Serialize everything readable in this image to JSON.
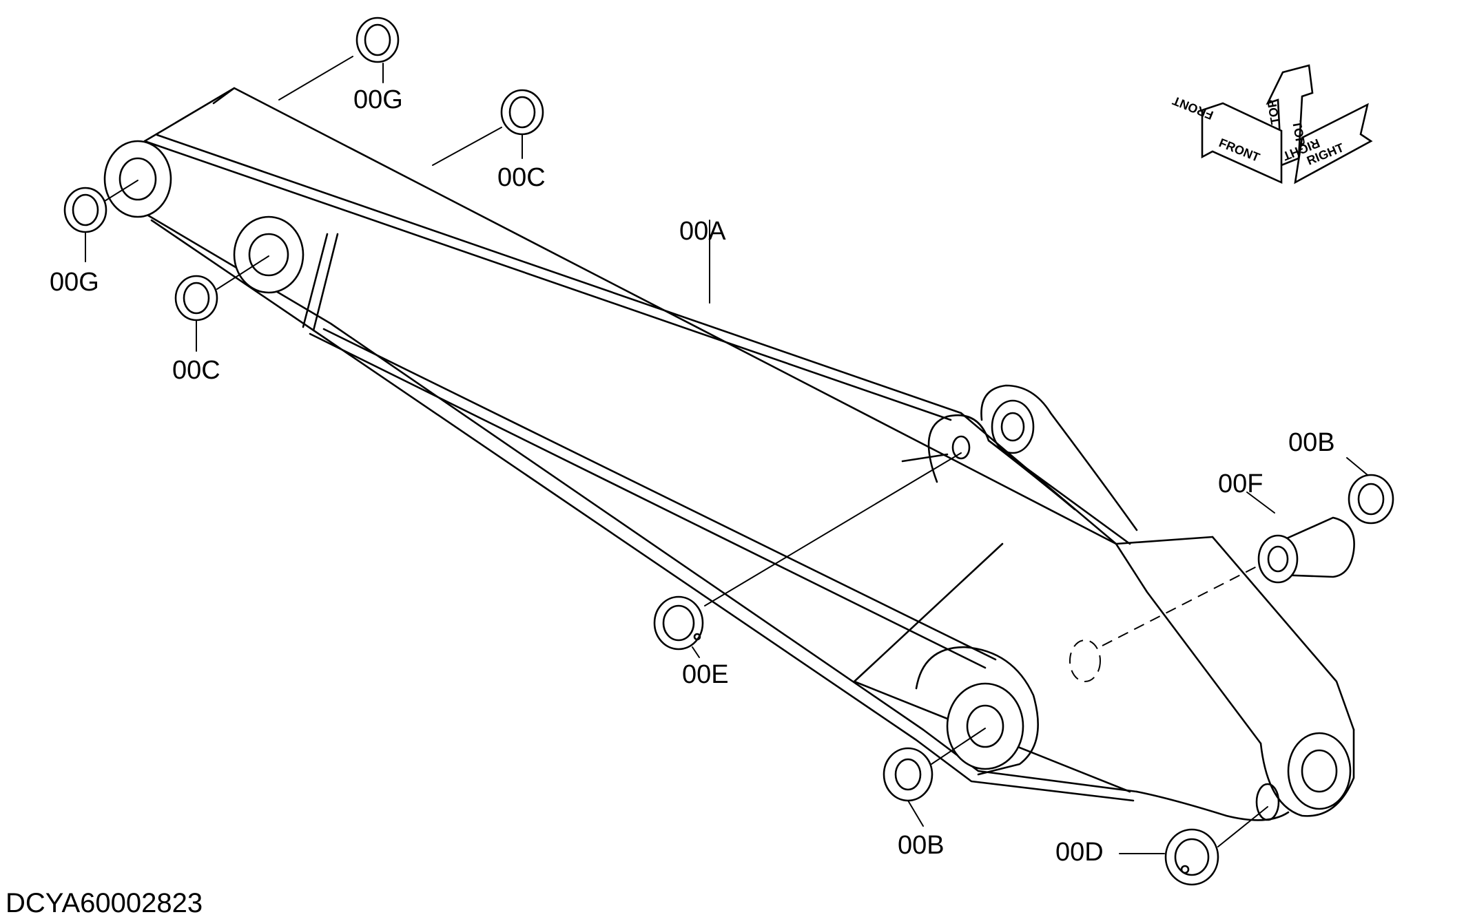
{
  "diagram": {
    "callouts": [
      {
        "id": "g1",
        "label": "00G"
      },
      {
        "id": "c1",
        "label": "00C"
      },
      {
        "id": "g2",
        "label": "00G"
      },
      {
        "id": "c2",
        "label": "00C"
      },
      {
        "id": "a",
        "label": "00A"
      },
      {
        "id": "b1",
        "label": "00B"
      },
      {
        "id": "f",
        "label": "00F"
      },
      {
        "id": "e",
        "label": "00E"
      },
      {
        "id": "b2",
        "label": "00B"
      },
      {
        "id": "d",
        "label": "00D"
      }
    ],
    "orientation": {
      "front": "FRONT",
      "top": "TOP",
      "right": "RIGHT"
    },
    "document_code": "DCYA60002823"
  }
}
